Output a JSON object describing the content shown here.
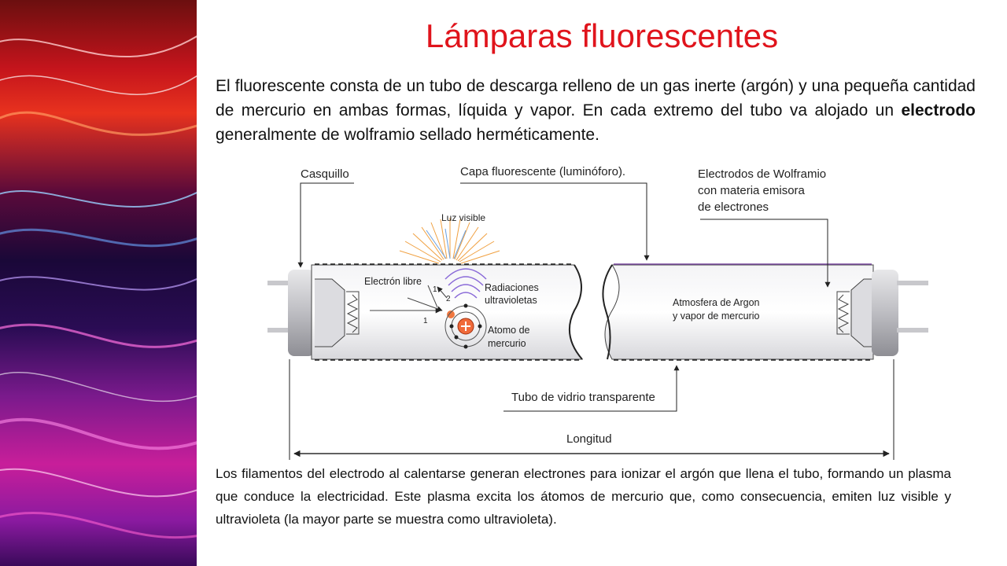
{
  "title": "Lámparas fluorescentes",
  "intro": {
    "before": "El fluorescente consta de un tubo de descarga relleno de un gas inerte (argón) y una pequeña cantidad de mercurio en ambas formas, líquida y vapor. En cada extremo del tubo va alojado un ",
    "bold": "electrodo",
    "after": " generalmente de wolframio sellado herméticamente."
  },
  "diagram": {
    "casquillo": "Casquillo",
    "capa": "Capa fluorescente (luminóforo).",
    "electrodos_1": "Electrodos de Wolframio",
    "electrodos_2": "con materia emisora",
    "electrodos_3": "de electrones",
    "luz": "Luz visible",
    "electron": "Electrón libre",
    "rad_1": "Radiaciones",
    "rad_2": "ultravioletas",
    "atomo_1": "Atomo de",
    "atomo_2": "mercurio",
    "atm_1": "Atmosfera de Argon",
    "atm_2": "y vapor de mercurio",
    "tubo": "Tubo de vidrio transparente",
    "longitud": "Longitud",
    "n1": "1",
    "n2": "2",
    "n1b": "1"
  },
  "closing": "Los filamentos del electrodo al calentarse generan electrones para ionizar el argón que llena el tubo, formando un plasma que conduce la electricidad. Este plasma excita los átomos de mercurio que, como consecuencia, emiten luz visible y ultravioleta (la mayor parte se muestra como ultravioleta).",
  "colors": {
    "title": "#e0141c",
    "uv": "#8a6ad8",
    "light_rays": "#f0a040"
  }
}
